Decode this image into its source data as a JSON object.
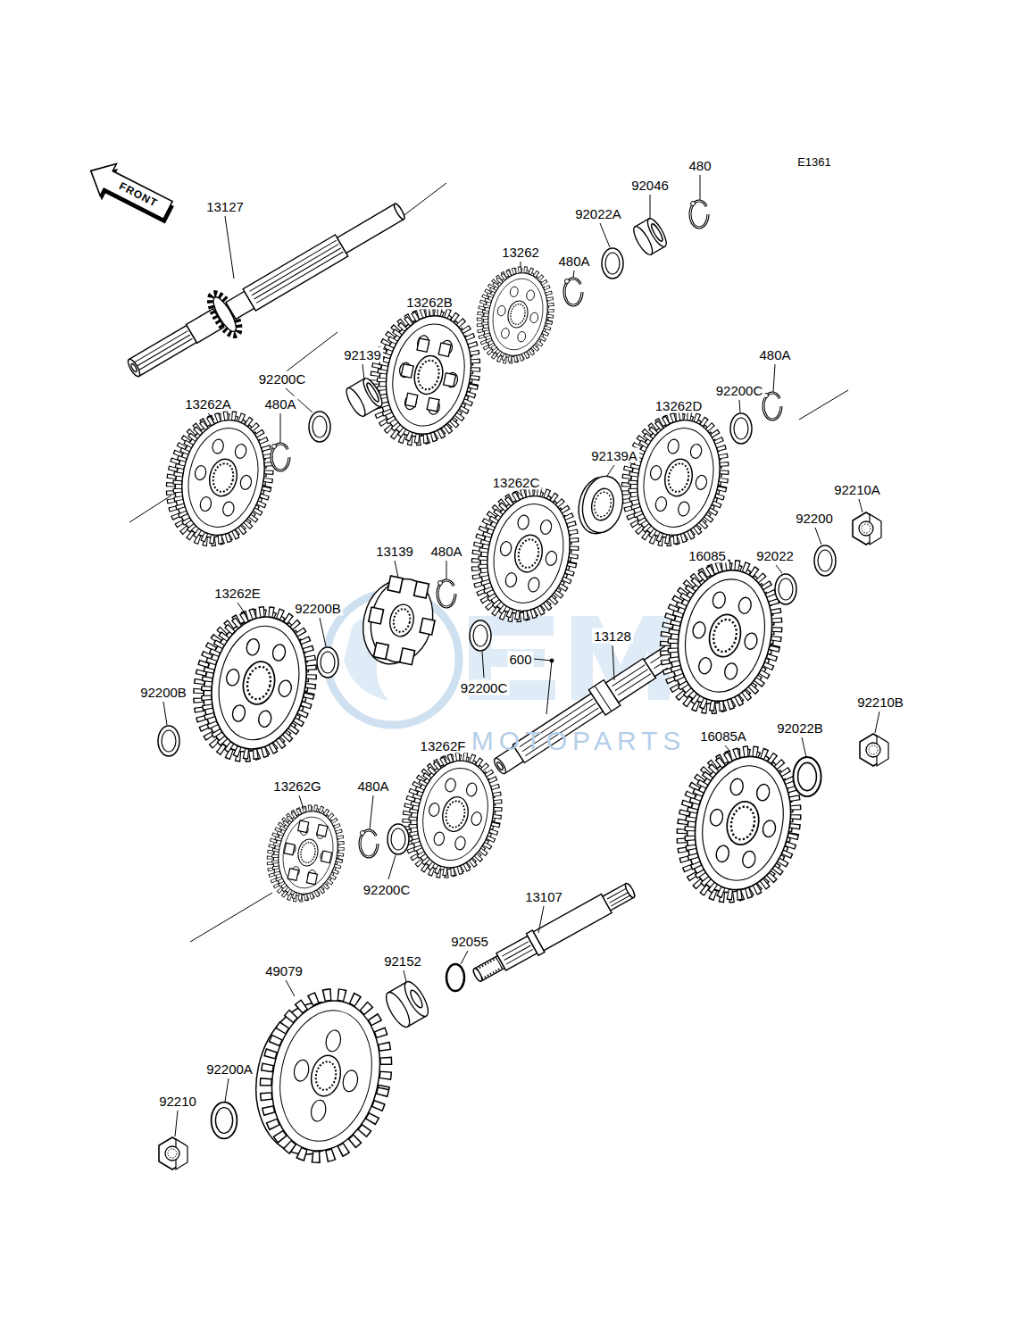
{
  "diagram": {
    "labels": [
      "FRONT",
      "E1361",
      "13127",
      "480",
      "92046",
      "92022A",
      "13262",
      "480A",
      "13262B",
      "92139",
      "92200C",
      "480A",
      "13262A",
      "13262D",
      "92200C",
      "480A",
      "92139A",
      "13262C",
      "92210A",
      "92200",
      "16085",
      "92022",
      "13139",
      "480A",
      "13262E",
      "92200B",
      "92200C",
      "13128",
      "600",
      "92200B",
      "13262F",
      "92210B",
      "16085A",
      "92022B",
      "13262G",
      "480A",
      "92200C",
      "13107",
      "92055",
      "92152",
      "49079",
      "92200A",
      "92210",
      "MOTOPARTS"
    ]
  }
}
